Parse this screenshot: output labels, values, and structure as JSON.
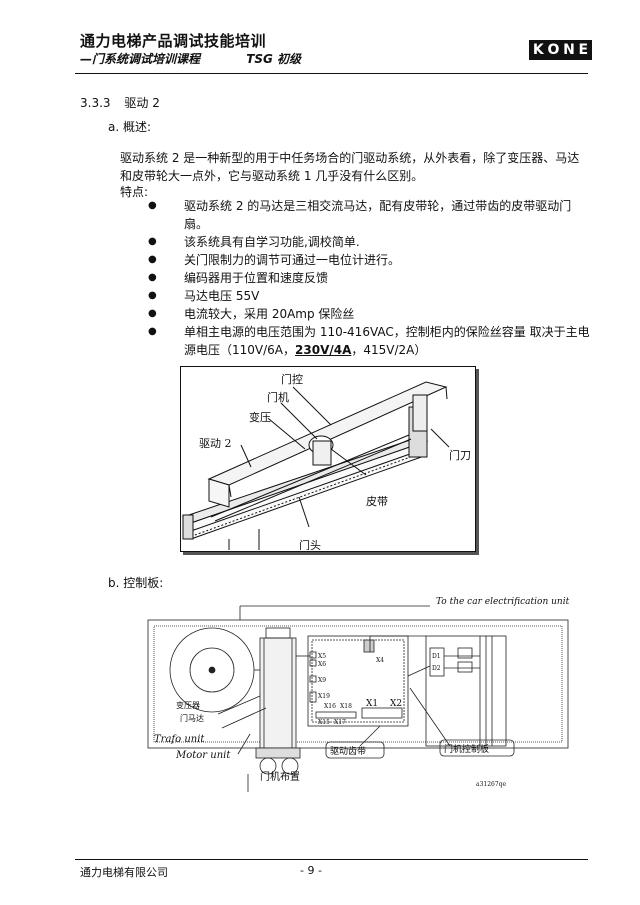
{
  "header": {
    "title": "通力电梯产品调试技能培训",
    "subtitle": "—门系统调试培训课程",
    "level": "TSG 初级",
    "logo_letters": [
      "K",
      "O",
      "N",
      "E"
    ]
  },
  "section": {
    "number": "3.3.3",
    "title": "驱动 2"
  },
  "overview": {
    "heading": "a. 概述:",
    "paragraph": "驱动系统 2 是一种新型的用于中任务场合的门驱动系统，从外表看，除了变压器、马达和皮带轮大一点外，它与驱动系统 1 几乎没有什么区别。",
    "features_label": "特点:",
    "bullets": [
      "驱动系统 2 的马达是三相交流马达，配有皮带轮，通过带齿的皮带驱动门扇。",
      "该系统具有自学习功能,调校简单.",
      "关门限制力的调节可通过一电位计进行。",
      "编码器用于位置和速度反馈",
      "马达电压 55V",
      "电流较大，采用 20Amp 保险丝"
    ],
    "last_bullet": {
      "before": "单相主电源的电压范围为 110-416VAC，控制柜内的保险丝容量 取决于主电源电压（110V/6A，",
      "emphasis": "230V/4A",
      "after": "，415V/2A）"
    }
  },
  "figure1": {
    "labels": {
      "door_control": "门控",
      "door_machine": "门机",
      "transformer": "变压",
      "drive2": "驱动 2",
      "door_knife": "门刀",
      "belt": "皮带",
      "door_head": "门头"
    }
  },
  "control_board": {
    "heading": "b. 控制板:",
    "labels": {
      "to_car": "To the car electrification unit",
      "transformer_cn": "变压器",
      "motor_cn": "门马达",
      "trafo_unit": "Trafo unit",
      "motor_unit": "Motor unit",
      "drive_belt": "驱动齿带",
      "board": "门机控制板",
      "layout": "门机布置",
      "code": "a31267qe",
      "x5": "X5",
      "x6": "X6",
      "x4": "X4",
      "x9": "X9",
      "x19": "X19",
      "x16": "X16",
      "x18": "X18",
      "x15": "X15",
      "x17": "X17",
      "x1": "X1",
      "x2": "X2",
      "d1": "D1",
      "d2": "D2"
    }
  },
  "footer": {
    "company": "通力电梯有限公司",
    "page": "- 9 -"
  }
}
